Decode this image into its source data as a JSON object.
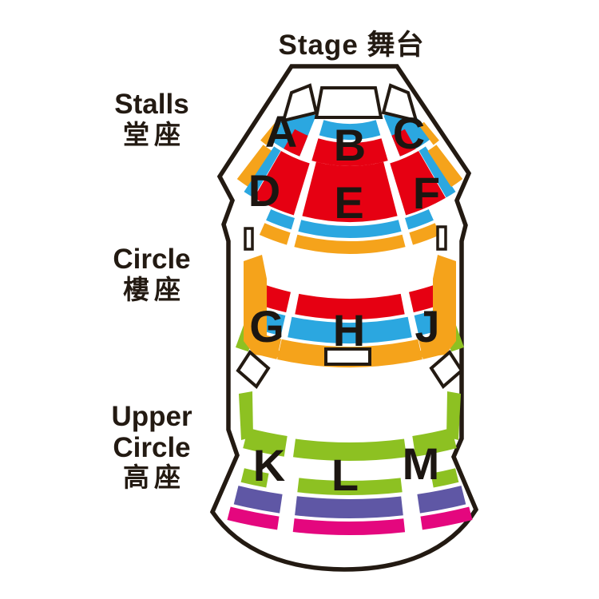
{
  "stage_label": "Stage 舞台",
  "side_labels": {
    "stalls": {
      "en": "Stalls",
      "zh": "堂座"
    },
    "circle": {
      "en": "Circle",
      "zh": "樓座"
    },
    "upper_circle": {
      "en_line1": "Upper",
      "en_line2": "Circle",
      "zh": "高座"
    }
  },
  "sections": [
    {
      "label": "A",
      "tier": "Stalls"
    },
    {
      "label": "B",
      "tier": "Stalls"
    },
    {
      "label": "C",
      "tier": "Stalls"
    },
    {
      "label": "D",
      "tier": "Stalls"
    },
    {
      "label": "E",
      "tier": "Stalls"
    },
    {
      "label": "F",
      "tier": "Stalls"
    },
    {
      "label": "G",
      "tier": "Circle"
    },
    {
      "label": "H",
      "tier": "Circle"
    },
    {
      "label": "J",
      "tier": "Circle"
    },
    {
      "label": "K",
      "tier": "Upper Circle"
    },
    {
      "label": "L",
      "tier": "Upper Circle"
    },
    {
      "label": "M",
      "tier": "Upper Circle"
    }
  ],
  "colors": {
    "red": "#e60012",
    "blue": "#2ba7e0",
    "orange": "#f5a31b",
    "green": "#8dc122",
    "purple": "#5f57a5",
    "magenta": "#e4077e",
    "outline": "#231a12",
    "letter": "#1c1611",
    "white": "#ffffff"
  }
}
